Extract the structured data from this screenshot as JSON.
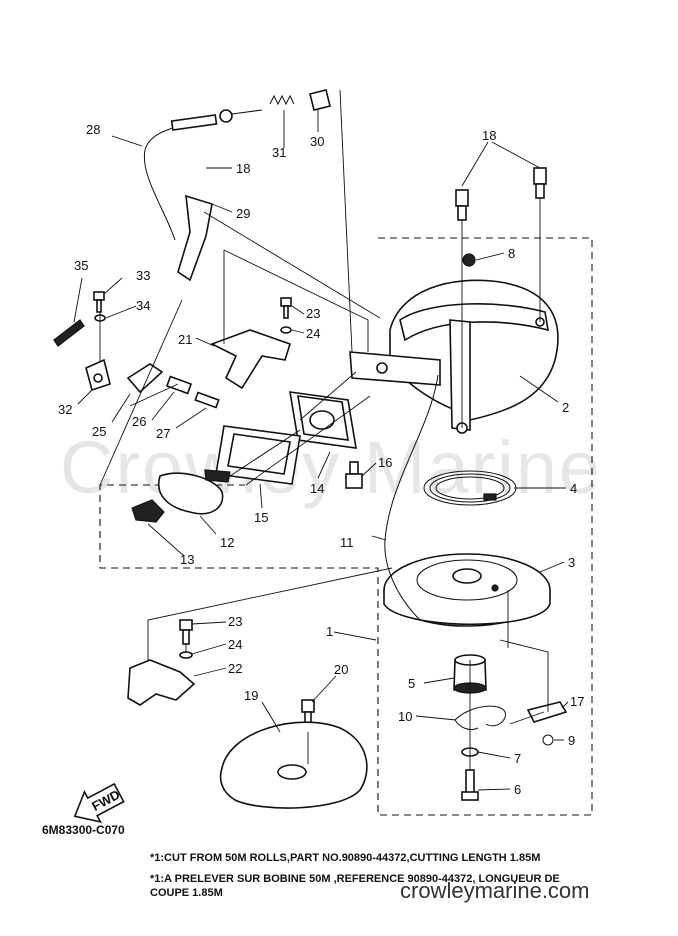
{
  "watermark": "Crowley Marine",
  "diagram_code": "6M83300-C070",
  "notes": [
    "*1:CUT FROM 50M ROLLS,PART NO.90890-44372,CUTTING LENGTH 1.85M",
    "*1:A PRELEVER SUR BOBINE 50M ,REFERENCE 90890-44372, LONGUEUR DE COUPE 1.85M"
  ],
  "site": "crowleymarine.com",
  "fwd_label": "FWD",
  "callouts": {
    "c1": "1",
    "c2": "2",
    "c3": "3",
    "c4": "4",
    "c5": "5",
    "c6": "6",
    "c7": "7",
    "c8": "8",
    "c9": "9",
    "c10": "10",
    "c11": "11",
    "c12": "12",
    "c13": "13",
    "c14": "14",
    "c15": "15",
    "c16": "16",
    "c17": "17",
    "c18a": "18",
    "c18b": "18",
    "c19": "19",
    "c20": "20",
    "c21": "21",
    "c22": "22",
    "c23a": "23",
    "c23b": "23",
    "c24a": "24",
    "c24b": "24",
    "c25": "25",
    "c26": "26",
    "c27": "27",
    "c28": "28",
    "c29": "29",
    "c30": "30",
    "c31": "31",
    "c32": "32",
    "c33": "33",
    "c34": "34",
    "c35": "35"
  }
}
